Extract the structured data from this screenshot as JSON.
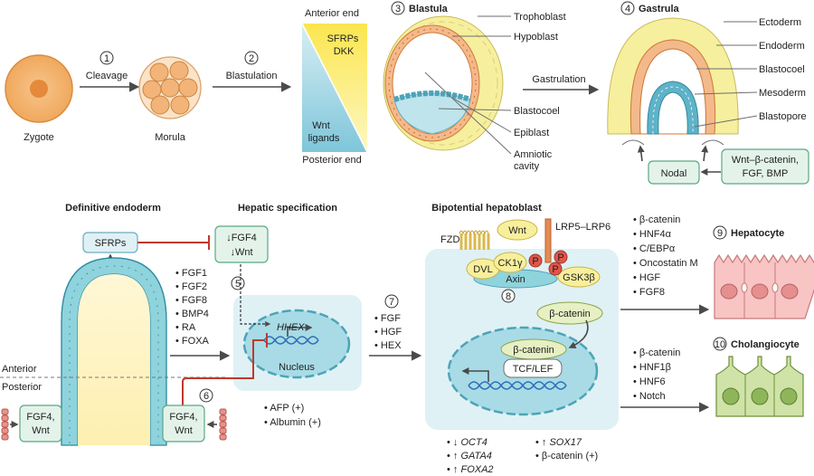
{
  "steps": {
    "s1": {
      "num": "1",
      "label": "Cleavage"
    },
    "s2": {
      "num": "2",
      "label": "Blastulation"
    },
    "s3": {
      "num": "3",
      "title": "Blastula"
    },
    "s4": {
      "num": "4",
      "title": "Gastrula"
    },
    "s5": {
      "num": "5"
    },
    "s6": {
      "num": "6"
    },
    "s7": {
      "num": "7"
    },
    "s8": {
      "num": "8"
    },
    "s9": {
      "num": "9",
      "title": "Hepatocyte"
    },
    "s10": {
      "num": "10",
      "title": "Cholangiocyte"
    }
  },
  "top": {
    "zygote": "Zygote",
    "morula": "Morula",
    "gradient": {
      "anterior": "Anterior end",
      "posterior": "Posterior end",
      "sfrps": "SFRPs",
      "dkk": "DKK",
      "wnt": "Wnt",
      "ligands": "ligands"
    },
    "blastula_labels": [
      "Trophoblast",
      "Hypoblast",
      "Blastocoel",
      "Epiblast",
      "Amniotic",
      "cavity"
    ],
    "gastrulation": "Gastrulation",
    "gastrula_labels": [
      "Ectoderm",
      "Endoderm",
      "Blastocoel",
      "Mesoderm",
      "Blastopore"
    ],
    "nodal": "Nodal",
    "wnt_box": [
      "Wnt–β-catenin,",
      "FGF, BMP"
    ]
  },
  "bottom": {
    "definitive_endoderm": "Definitive endoderm",
    "hepatic_specification": "Hepatic specification",
    "bipotential": "Bipotential hepatoblast",
    "sfrps": "SFRPs",
    "fgf4_wnt_down": [
      "↓FGF4",
      "↓Wnt"
    ],
    "left_factors": [
      "FGF1",
      "FGF2",
      "FGF8",
      "BMP4",
      "RA",
      "FOXA"
    ],
    "anterior": "Anterior",
    "posterior": "Posterior",
    "fgf4_wnt": [
      "FGF4,",
      "Wnt"
    ],
    "hhex": "HHEX",
    "nucleus": "Nucleus",
    "afp": "AFP (+)",
    "albumin": "Albumin (+)",
    "mid_factors": [
      "FGF",
      "HGF",
      "HEX"
    ],
    "fzd": "FZD",
    "wnt": "Wnt",
    "lrp": "LRP5–LRP6",
    "dvl": "DVL",
    "ck1": "CK1γ",
    "p": "P",
    "axin": "Axin",
    "gsk": "GSK3β",
    "bcat": "β-catenin",
    "tcf": "TCF/LEF",
    "markers_left": [
      "OCT4",
      "GATA4",
      "FOXA2"
    ],
    "markers_right": [
      "SOX17",
      "β-catenin (+)"
    ],
    "hep_factors": [
      "β-catenin",
      "HNF4α",
      "C/EBPα",
      "Oncostatin M",
      "HGF",
      "FGF8"
    ],
    "chol_factors": [
      "β-catenin",
      "HNF1β",
      "HNF6",
      "Notch"
    ]
  },
  "colors": {
    "orange": "#f5c79a",
    "yellow": "#f8f1a6",
    "teal": "#8fd3dc",
    "pale_teal": "#dff1f4",
    "green_box": "#e4f3ea",
    "red": "#c0392b",
    "pink": "#f8c4c4",
    "green_cell": "#cfe3a8"
  }
}
